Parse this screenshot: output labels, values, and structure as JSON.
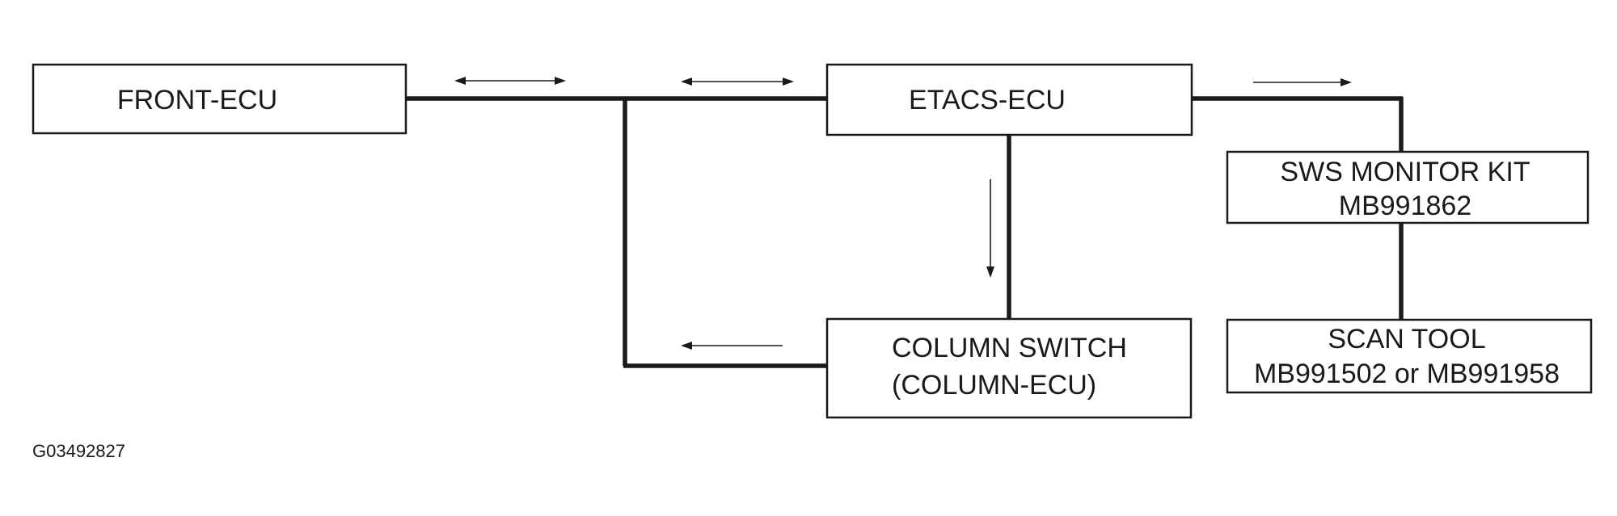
{
  "nodes": {
    "front_ecu": {
      "label": "FRONT-ECU"
    },
    "etacs_ecu": {
      "label": "ETACS-ECU"
    },
    "column_switch": {
      "line1": "COLUMN SWITCH",
      "line2": "(COLUMN-ECU)"
    },
    "sws_monitor": {
      "line1": "SWS MONITOR KIT",
      "line2": "MB991862"
    },
    "scan_tool": {
      "line1": "SCAN TOOL",
      "line2": "MB991502 or MB991958"
    }
  },
  "figure_id": "G03492827",
  "colors": {
    "line": "#1a1a1a",
    "background": "#ffffff"
  }
}
